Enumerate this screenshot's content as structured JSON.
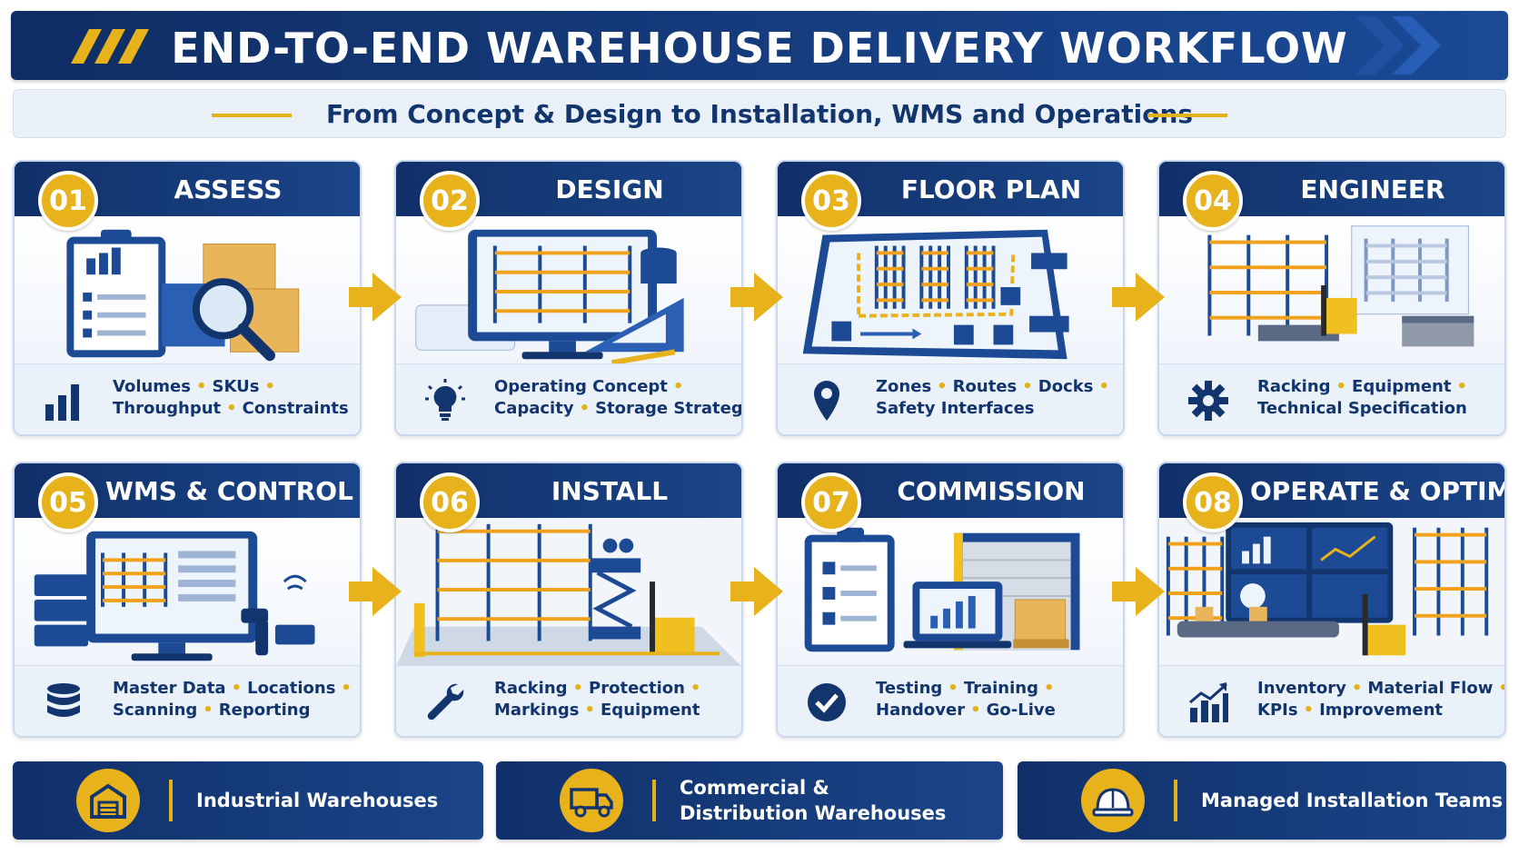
{
  "title": "END-TO-END WAREHOUSE DELIVERY WORKFLOW",
  "subtitle": "From Concept & Design to Installation, WMS and Operations",
  "colors": {
    "navy": "#11306a",
    "gold": "#e7b21c",
    "light": "#eaf1f9"
  },
  "steps": [
    {
      "number": "01",
      "title": "ASSESS",
      "icon": "bar-chart-icon",
      "line1": [
        "Volumes",
        "SKUs"
      ],
      "line2": [
        "Throughput",
        "Constraints"
      ]
    },
    {
      "number": "02",
      "title": "DESIGN",
      "icon": "lightbulb-icon",
      "line1": [
        "Operating Concept"
      ],
      "line2": [
        "Capacity",
        "Storage Strategy"
      ]
    },
    {
      "number": "03",
      "title": "FLOOR PLAN",
      "icon": "map-pin-icon",
      "line1": [
        "Zones",
        "Routes",
        "Docks"
      ],
      "line2": [
        "Safety Interfaces"
      ]
    },
    {
      "number": "04",
      "title": "ENGINEER",
      "icon": "gear-icon",
      "line1": [
        "Racking",
        "Equipment"
      ],
      "line2": [
        "Technical Specification"
      ]
    },
    {
      "number": "05",
      "title": "WMS & CONTROL",
      "icon": "database-icon",
      "line1": [
        "Master Data",
        "Locations"
      ],
      "line2": [
        "Scanning",
        "Reporting"
      ]
    },
    {
      "number": "06",
      "title": "INSTALL",
      "icon": "wrench-icon",
      "line1": [
        "Racking",
        "Protection"
      ],
      "line2": [
        "Markings",
        "Equipment"
      ]
    },
    {
      "number": "07",
      "title": "COMMISSION",
      "icon": "check-circle-icon",
      "line1": [
        "Testing",
        "Training"
      ],
      "line2": [
        "Handover",
        "Go-Live"
      ]
    },
    {
      "number": "08",
      "title": "OPERATE & OPTIMISE",
      "icon": "growth-chart-icon",
      "line1": [
        "Inventory",
        "Material Flow"
      ],
      "line2": [
        "KPIs",
        "Improvement"
      ]
    }
  ],
  "audiences": [
    {
      "icon": "warehouse-icon",
      "line1": "Industrial Warehouses",
      "line2": ""
    },
    {
      "icon": "truck-icon",
      "line1": "Commercial &",
      "line2": "Distribution Warehouses"
    },
    {
      "icon": "hard-hat-icon",
      "line1": "Managed Installation Teams",
      "line2": ""
    }
  ]
}
